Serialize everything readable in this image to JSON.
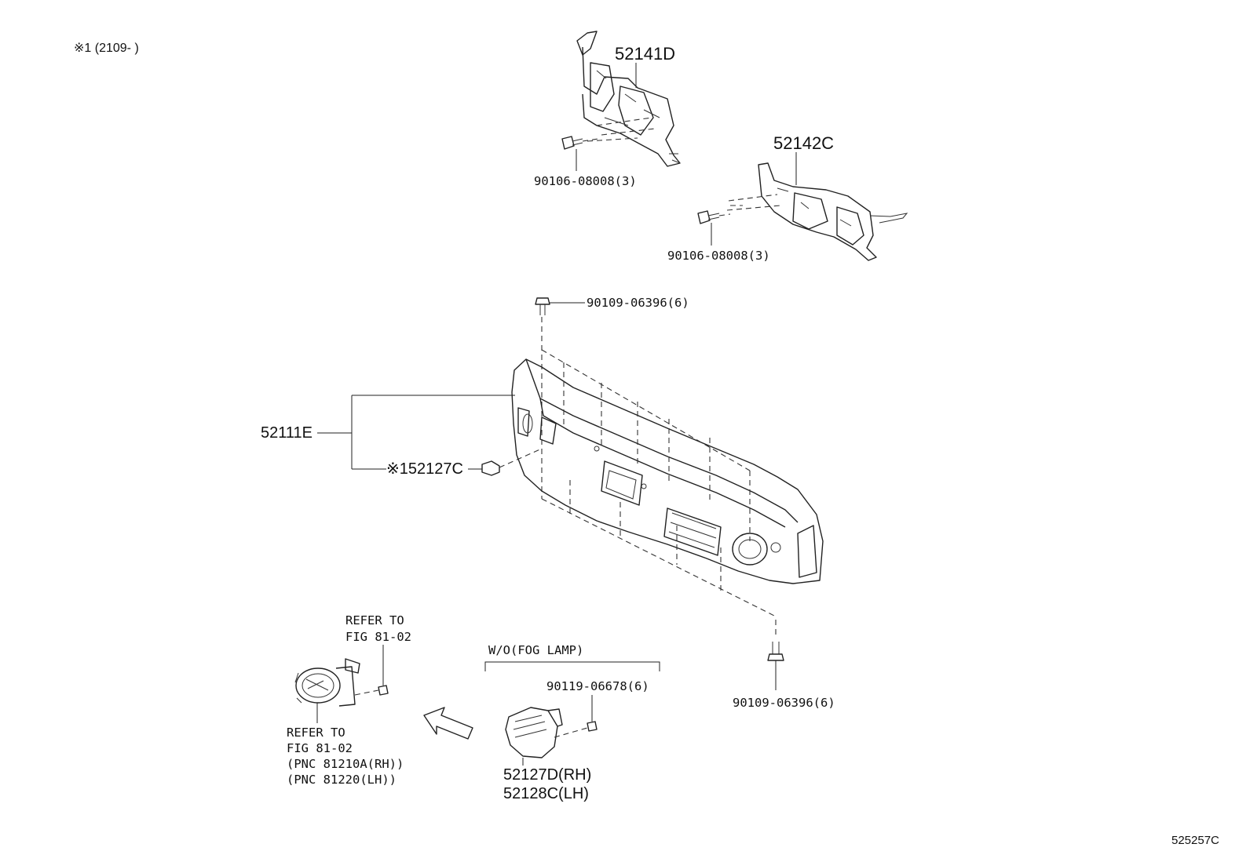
{
  "note": "※1 (2109-        )",
  "figure_code": "525257C",
  "labels": {
    "p52141D": "52141D",
    "p52142C": "52142C",
    "bolt_upper_a": "90106-08008(3)",
    "bolt_upper_b": "90106-08008(3)",
    "bolt_top": "90109-06396(6)",
    "bolt_bottom": "90109-06396(6)",
    "p52111E": "52111E",
    "p52127C": "※152127C",
    "refer_top_1": "REFER TO",
    "refer_top_2": "FIG 81-02",
    "refer_bot_1": "REFER TO",
    "refer_bot_2": "FIG 81-02",
    "refer_bot_3": "(PNC 81210A(RH))",
    "refer_bot_4": "(PNC 81220(LH))",
    "wo_fog": "W/O(FOG LAMP)",
    "screw_fog": "90119-06678(6)",
    "cover_rh": "52127D(RH)",
    "cover_lh": "52128C(LH)"
  }
}
